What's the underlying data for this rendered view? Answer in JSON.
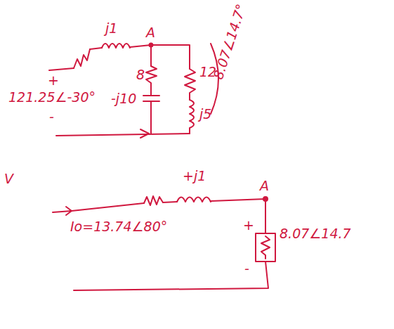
{
  "diagram": {
    "labels": [
      "j1",
      "A",
      "8",
      "12",
      "+",
      "121.25∠-30°",
      "-j10",
      "j5",
      "-",
      "8.07∠14.7°",
      "V",
      "+j1",
      "A",
      "Io=13.74∠80°",
      "+",
      "8.07∠14.7",
      "-"
    ]
  }
}
